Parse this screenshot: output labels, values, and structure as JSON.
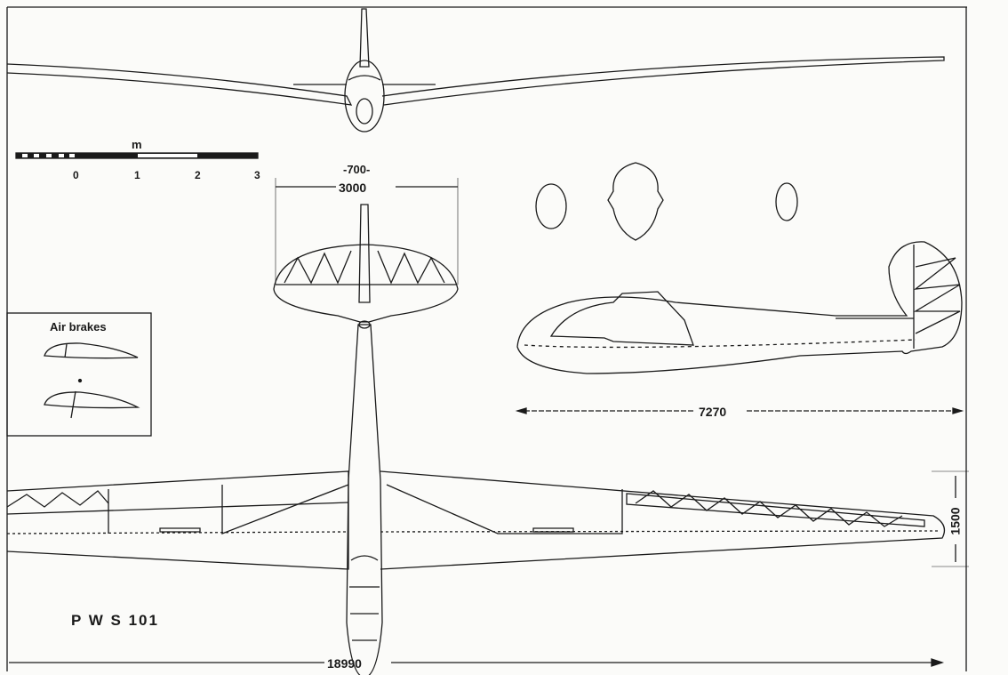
{
  "title": "P W S 101",
  "scale_bar": {
    "unit": "m",
    "ticks": [
      "0",
      "1",
      "2",
      "3"
    ]
  },
  "dimensions": {
    "fuselage_width": "-700-",
    "tailplane_span": "3000",
    "length": "7270",
    "wing_chord": "1500",
    "wing_span": "18990"
  },
  "inset": {
    "title": "Air brakes"
  },
  "colors": {
    "ink": "#1a1a1a",
    "paper": "#fbfbf9"
  }
}
